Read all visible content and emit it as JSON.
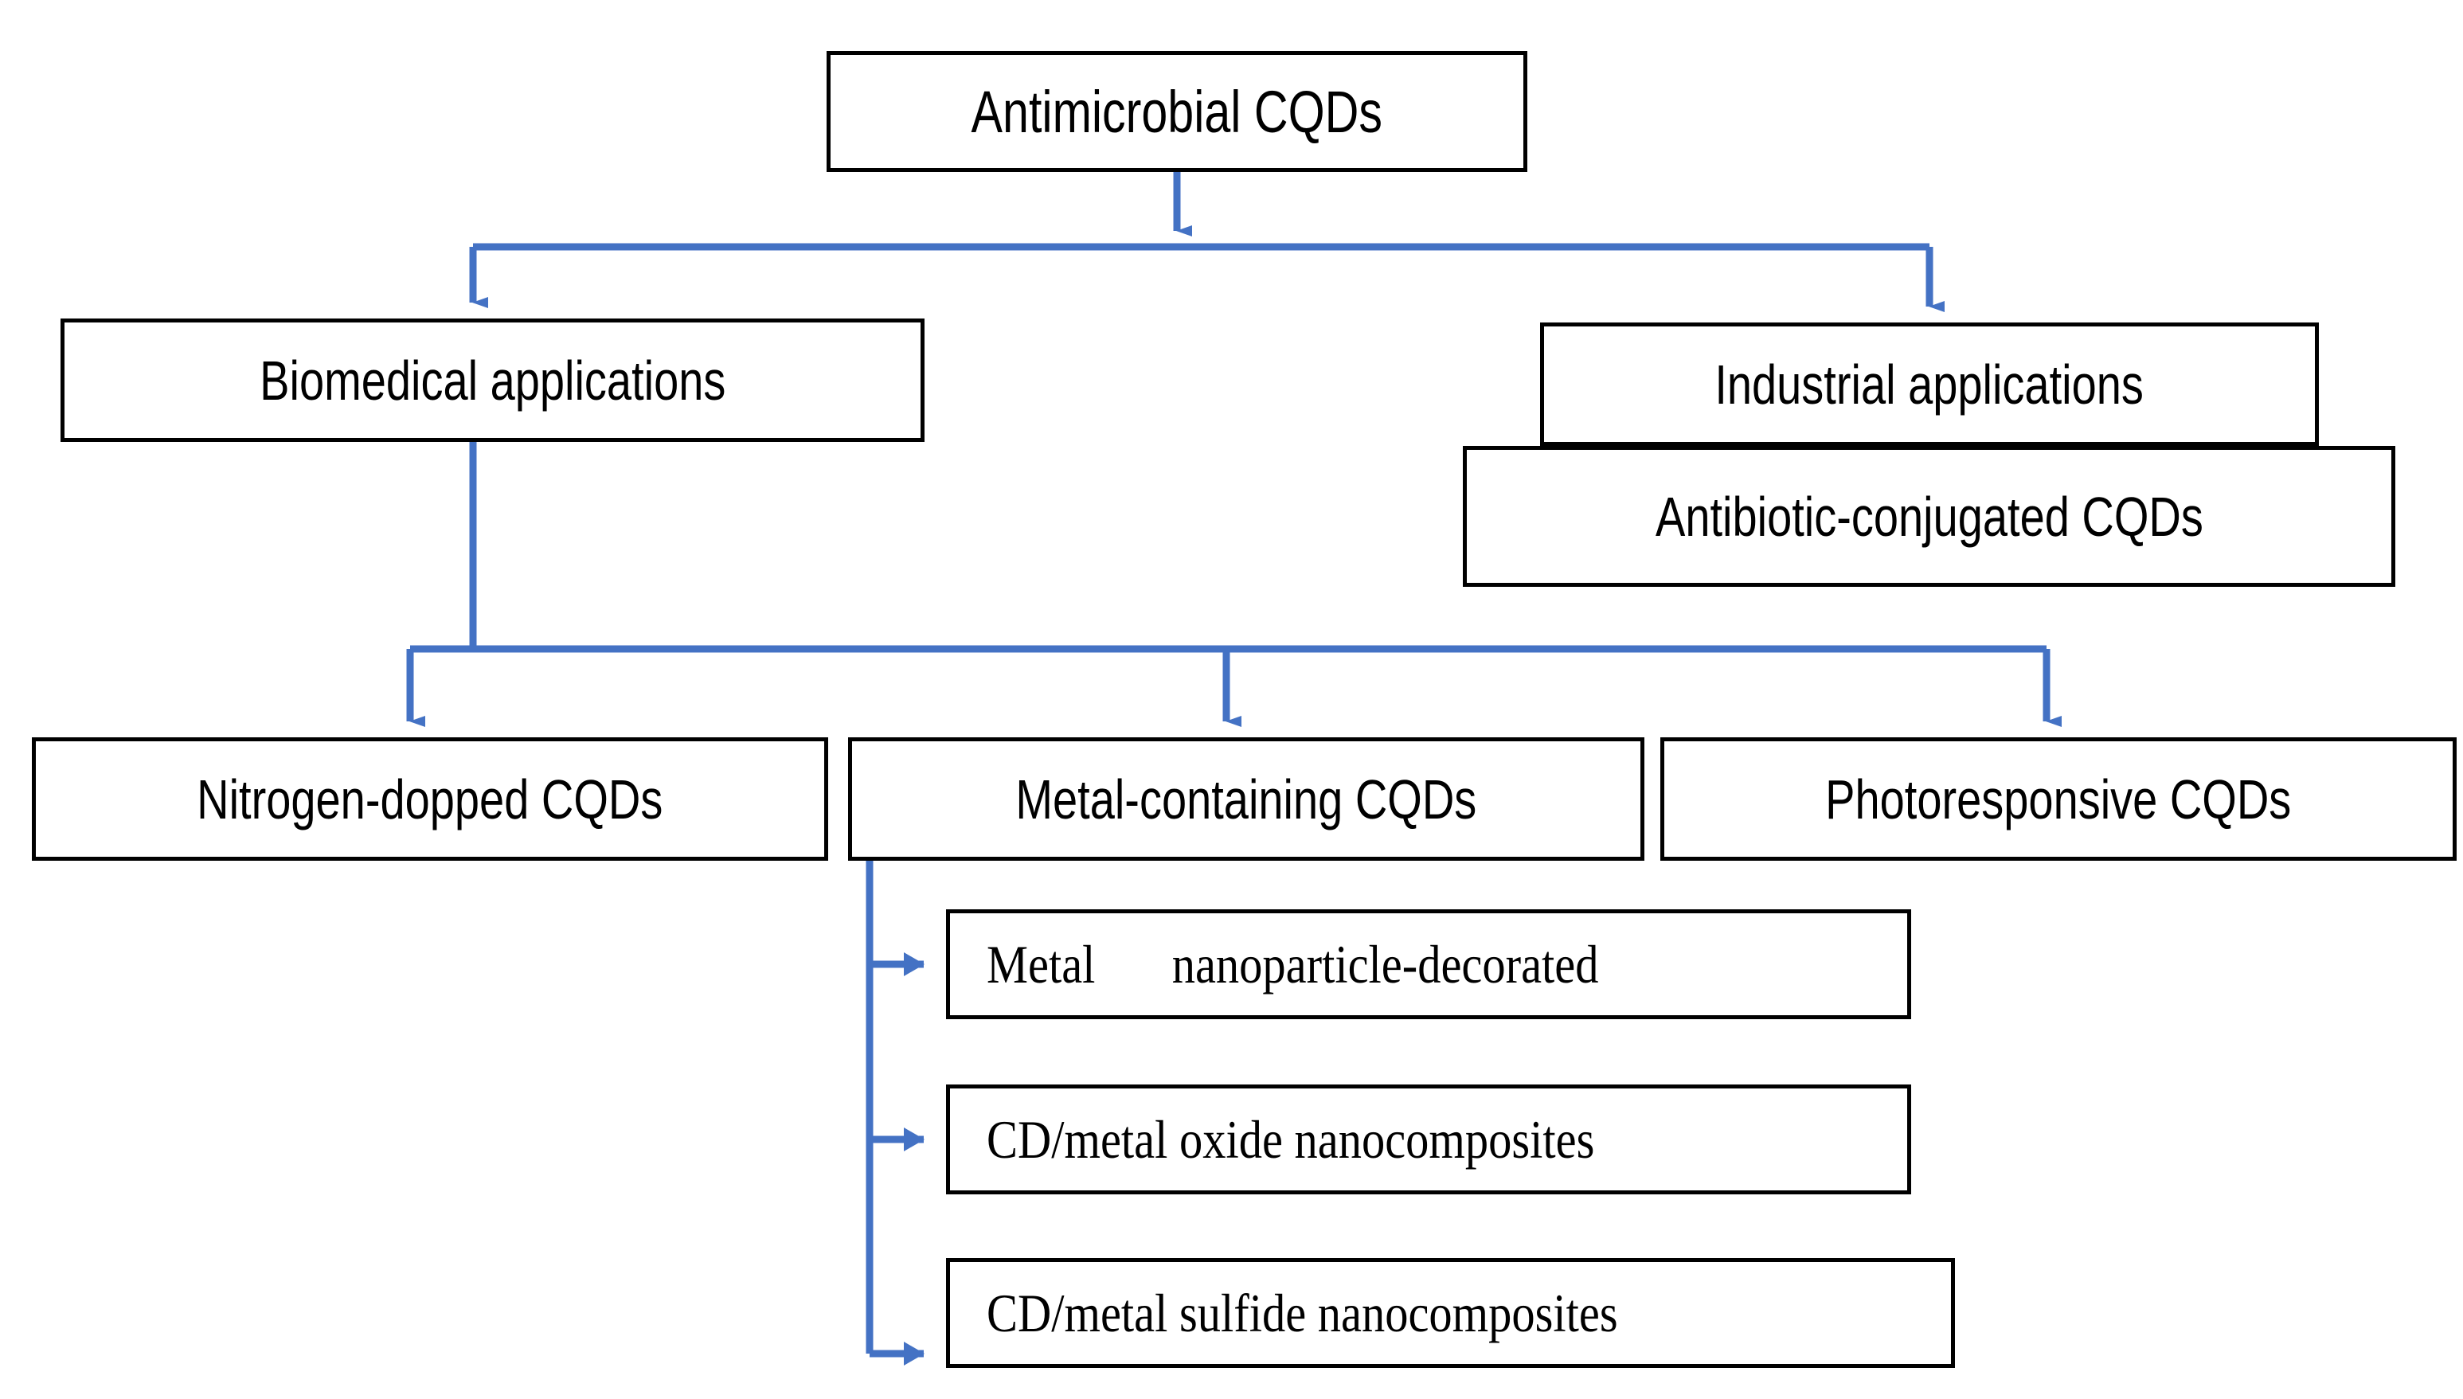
{
  "diagram": {
    "type": "flowchart",
    "orientation": "top-down",
    "accent_color": "#4472C4",
    "box_border_color": "#000000",
    "box_fill_color": "#FFFFFF",
    "text_color": "#000000",
    "root": {
      "id": "root",
      "label": "Antimicrobial CQDs"
    },
    "level2": [
      {
        "id": "biomedical",
        "label": "Biomedical applications"
      },
      {
        "id": "industrial",
        "label": "Industrial applications"
      }
    ],
    "industrial_children": [
      {
        "id": "antibiotic",
        "label": "Antibiotic-conjugated CQDs"
      }
    ],
    "biomedical_children": [
      {
        "id": "nitrogen",
        "label": "Nitrogen-dopped CQDs"
      },
      {
        "id": "metalcont",
        "label": "Metal-containing CQDs"
      },
      {
        "id": "photo",
        "label": "Photoresponsive CQDs"
      }
    ],
    "metal_children": [
      {
        "id": "mnp",
        "label_part1": "Metal",
        "label_part2": "nanoparticle-decorated"
      },
      {
        "id": "oxide",
        "label": "CD/metal oxide nanocomposites"
      },
      {
        "id": "sulfide",
        "label": "CD/metal sulfide nanocomposites"
      }
    ],
    "edges": [
      {
        "from": "root",
        "to": "bus-level2",
        "style": "arrow-down"
      },
      {
        "from": "bus-level2",
        "to": "biomedical",
        "style": "arrow-down"
      },
      {
        "from": "bus-level2",
        "to": "industrial",
        "style": "arrow-down"
      },
      {
        "from": "biomedical",
        "to": "bus-level3",
        "style": "line-down"
      },
      {
        "from": "bus-level3",
        "to": "nitrogen",
        "style": "arrow-down"
      },
      {
        "from": "bus-level3",
        "to": "metalcont",
        "style": "arrow-down"
      },
      {
        "from": "bus-level3",
        "to": "photo",
        "style": "arrow-down"
      },
      {
        "from": "metalcont",
        "to": "mnp",
        "style": "arrow-right"
      },
      {
        "from": "metalcont",
        "to": "oxide",
        "style": "arrow-right"
      },
      {
        "from": "metalcont",
        "to": "sulfide",
        "style": "arrow-right"
      }
    ]
  }
}
